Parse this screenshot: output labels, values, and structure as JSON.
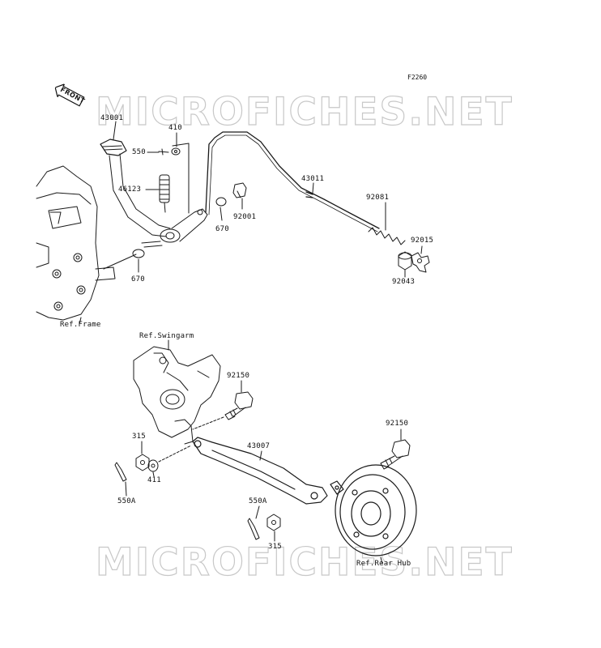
{
  "figure_code": "F2260",
  "watermark": "MICROFICHES.NET",
  "front_label": "FRONT",
  "parts": {
    "p43001": "43001",
    "p410": "410",
    "p550": "550",
    "p46123": "46123",
    "p670a": "670",
    "p670b": "670",
    "p92001": "92001",
    "p43011": "43011",
    "p92081": "92081",
    "p92015": "92015",
    "p92043": "92043",
    "p92150a": "92150",
    "p92150b": "92150",
    "p43007": "43007",
    "p315a": "315",
    "p315b": "315",
    "p411": "411",
    "p550Aa": "550A",
    "p550Ab": "550A"
  },
  "refs": {
    "frame": "Ref.Frame",
    "swingarm": "Ref.Swingarm",
    "rear_hub": "Ref.Rear Hub"
  },
  "colors": {
    "line": "#1a1a1a",
    "watermark_stroke": "#c8c8c8",
    "background": "#ffffff"
  }
}
